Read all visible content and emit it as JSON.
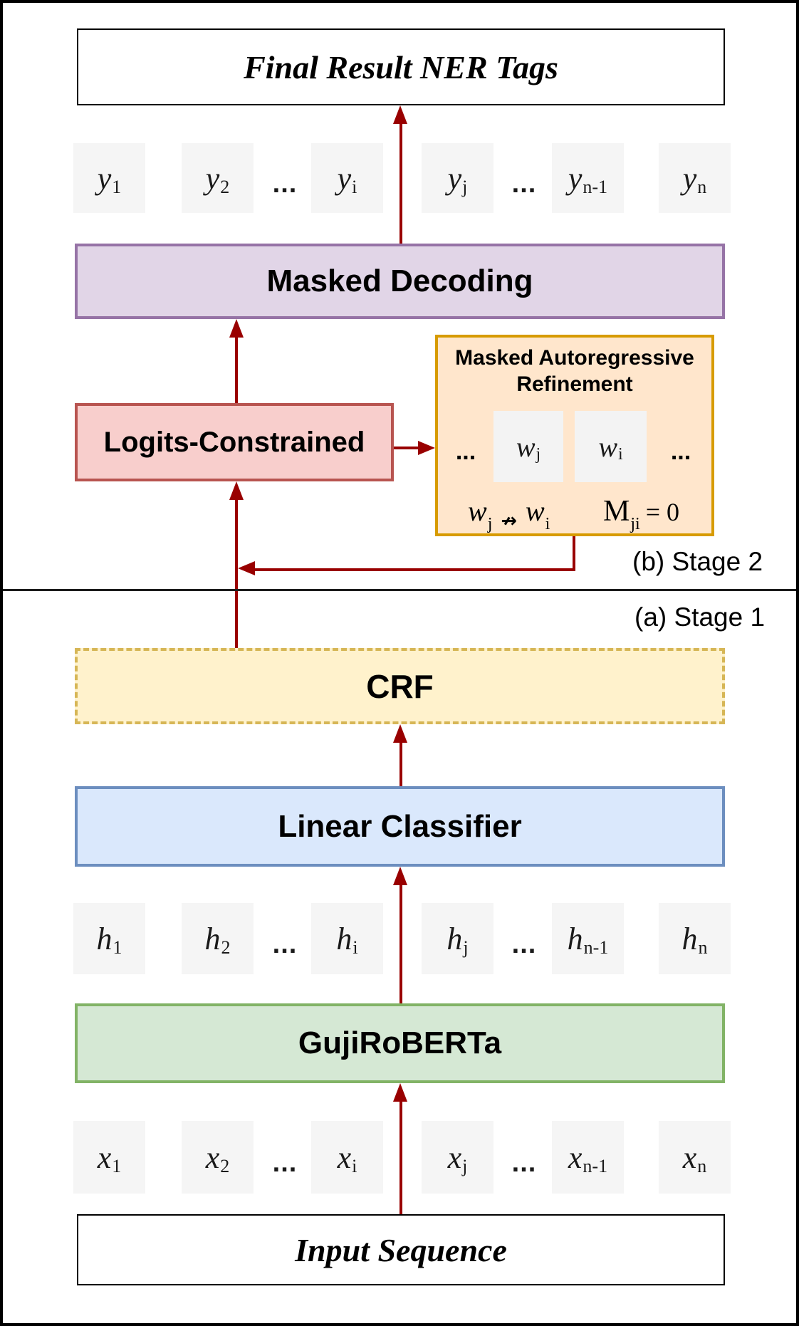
{
  "ellipsis": "...",
  "colors": {
    "arrow": "#990000",
    "token-fill": "#f5f5f5",
    "purple-fill": "#e1d5e7",
    "purple-border": "#9673a6",
    "pink-fill": "#f8cecc",
    "pink-border": "#b85450",
    "orange-fill": "#ffe6cc",
    "orange-border": "#d79b00",
    "yellow-fill": "#fff2cc",
    "yellow-border": "#d6b656",
    "blue-fill": "#dae8fc",
    "blue-border": "#6c8ebf",
    "green-fill": "#d5e8d4",
    "green-border": "#82b366"
  },
  "stage2": {
    "label": "(b) Stage 2",
    "final_result_label": "Final Result NER Tags",
    "masked_decoding_label": "Masked Decoding",
    "logits_constrained_label": "Logits-Constrained",
    "y_tokens": [
      {
        "base": "y",
        "sub": "1"
      },
      {
        "base": "y",
        "sub": "2"
      },
      {
        "base": "y",
        "sub": "i"
      },
      {
        "base": "y",
        "sub": "j"
      },
      {
        "base": "y",
        "sub": "n-1"
      },
      {
        "base": "y",
        "sub": "n"
      }
    ],
    "mar": {
      "title_line1": "Masked Autoregressive",
      "title_line2": "Refinement",
      "left_dots": "...",
      "right_dots": "...",
      "wj": {
        "base": "w",
        "sub": "j"
      },
      "wi": {
        "base": "w",
        "sub": "i"
      },
      "formula": {
        "lhs_base": "w",
        "lhs_sub": "j",
        "arrow": "↛",
        "rhs_base": "w",
        "rhs_sub": "i",
        "mask_base": "M",
        "mask_sub": "ji",
        "mask_eq": "= 0"
      }
    }
  },
  "stage1": {
    "label": "(a) Stage 1",
    "crf_label": "CRF",
    "linear_classifier_label": "Linear Classifier",
    "gujiroberta_label": "GujiRoBERTa",
    "input_sequence_label": "Input Sequence",
    "h_tokens": [
      {
        "base": "h",
        "sub": "1"
      },
      {
        "base": "h",
        "sub": "2"
      },
      {
        "base": "h",
        "sub": "i"
      },
      {
        "base": "h",
        "sub": "j"
      },
      {
        "base": "h",
        "sub": "n-1"
      },
      {
        "base": "h",
        "sub": "n"
      }
    ],
    "x_tokens": [
      {
        "base": "x",
        "sub": "1"
      },
      {
        "base": "x",
        "sub": "2"
      },
      {
        "base": "x",
        "sub": "i"
      },
      {
        "base": "x",
        "sub": "j"
      },
      {
        "base": "x",
        "sub": "n-1"
      },
      {
        "base": "x",
        "sub": "n"
      }
    ]
  }
}
